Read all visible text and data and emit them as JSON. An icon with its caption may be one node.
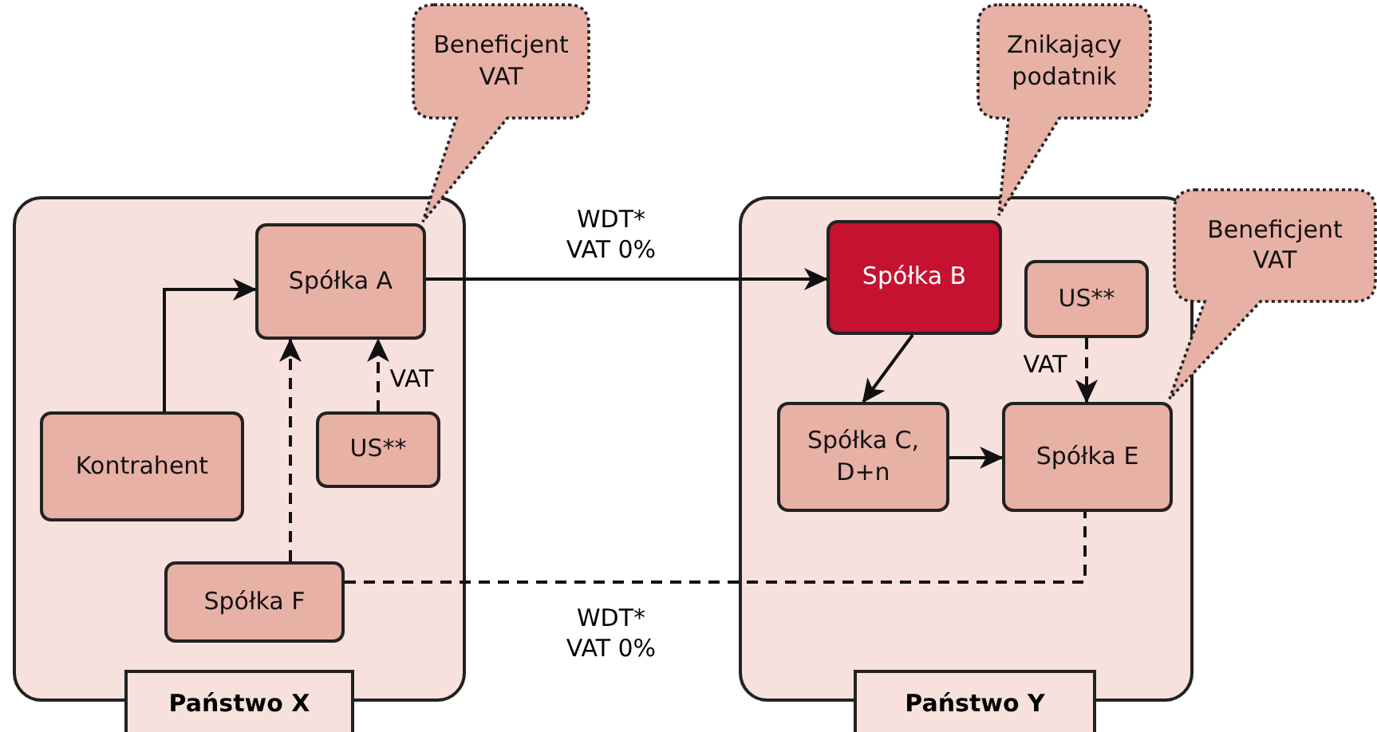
{
  "diagram": {
    "nodes": [
      {
        "text": [
          "Państwo X"
        ]
      },
      {
        "text": [
          "Spółka A"
        ],
        "in": 0
      },
      {
        "text": [
          "Kontrahent"
        ],
        "in": 0
      },
      {
        "text": [
          "US**"
        ],
        "in": 0
      },
      {
        "text": [
          "Spółka F"
        ],
        "in": 0
      },
      {
        "text": [
          "Państwo Y"
        ]
      },
      {
        "text": [
          "Spółka B"
        ],
        "in": 5
      },
      {
        "text": [
          "US**"
        ],
        "in": 5
      },
      {
        "text": [
          "Spółka C, D+n"
        ],
        "in": 5
      },
      {
        "text": [
          "Spółka E"
        ],
        "in": 5
      },
      {
        "text": [
          "Beneficjent VAT"
        ]
      },
      {
        "text": [
          "Znikający podatnik"
        ]
      },
      {
        "text": [
          "Beneficjent VAT"
        ]
      }
    ],
    "edges": [
      {
        "from": 2,
        "to": 1,
        "arrow": "to"
      },
      {
        "from": 3,
        "to": 1,
        "arrow": "to",
        "style": "dashed",
        "label": "VAT"
      },
      {
        "from": 4,
        "to": 1,
        "arrow": "to",
        "style": "dashed"
      },
      {
        "from": 1,
        "to": 6,
        "arrow": "to",
        "label": "WDT* VAT 0%"
      },
      {
        "from": 6,
        "to": 8,
        "arrow": "to"
      },
      {
        "from": 8,
        "to": 9,
        "arrow": "to"
      },
      {
        "from": 7,
        "to": 9,
        "arrow": "to",
        "style": "dashed",
        "label": "VAT"
      },
      {
        "from": 4,
        "to": 9,
        "arrow": "none",
        "style": "dashed",
        "label": "WDT* VAT 0%"
      }
    ]
  }
}
